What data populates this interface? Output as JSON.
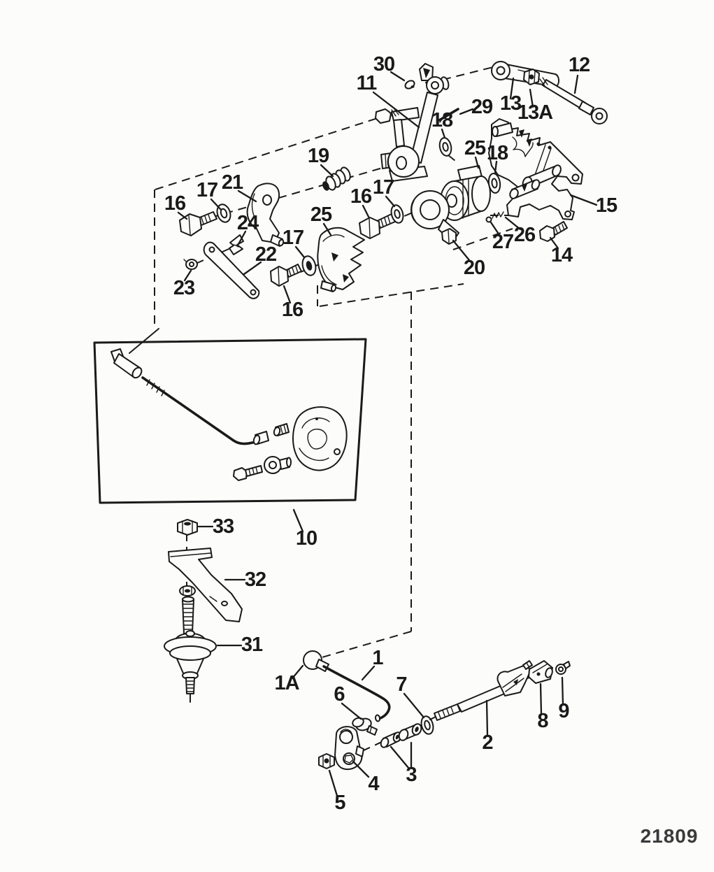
{
  "diagram": {
    "part_number": "21809",
    "colors": {
      "ink": "#1a1a1a",
      "paper": "#fcfcfb",
      "pn": "#3a3a3a"
    },
    "labels": {
      "1": "1",
      "1A": "1A",
      "2": "2",
      "3": "3",
      "4": "4",
      "5": "5",
      "6": "6",
      "7": "7",
      "8": "8",
      "9": "9",
      "10": "10",
      "11": "11",
      "12": "12",
      "13": "13",
      "13A": "13A",
      "14": "14",
      "15": "15",
      "16": "16",
      "17": "17",
      "18": "18",
      "19": "19",
      "20": "20",
      "21": "21",
      "22": "22",
      "23": "23",
      "24": "24",
      "25": "25",
      "26": "26",
      "27": "27",
      "29": "29",
      "30": "30",
      "31": "31",
      "32": "32",
      "33": "33"
    }
  }
}
